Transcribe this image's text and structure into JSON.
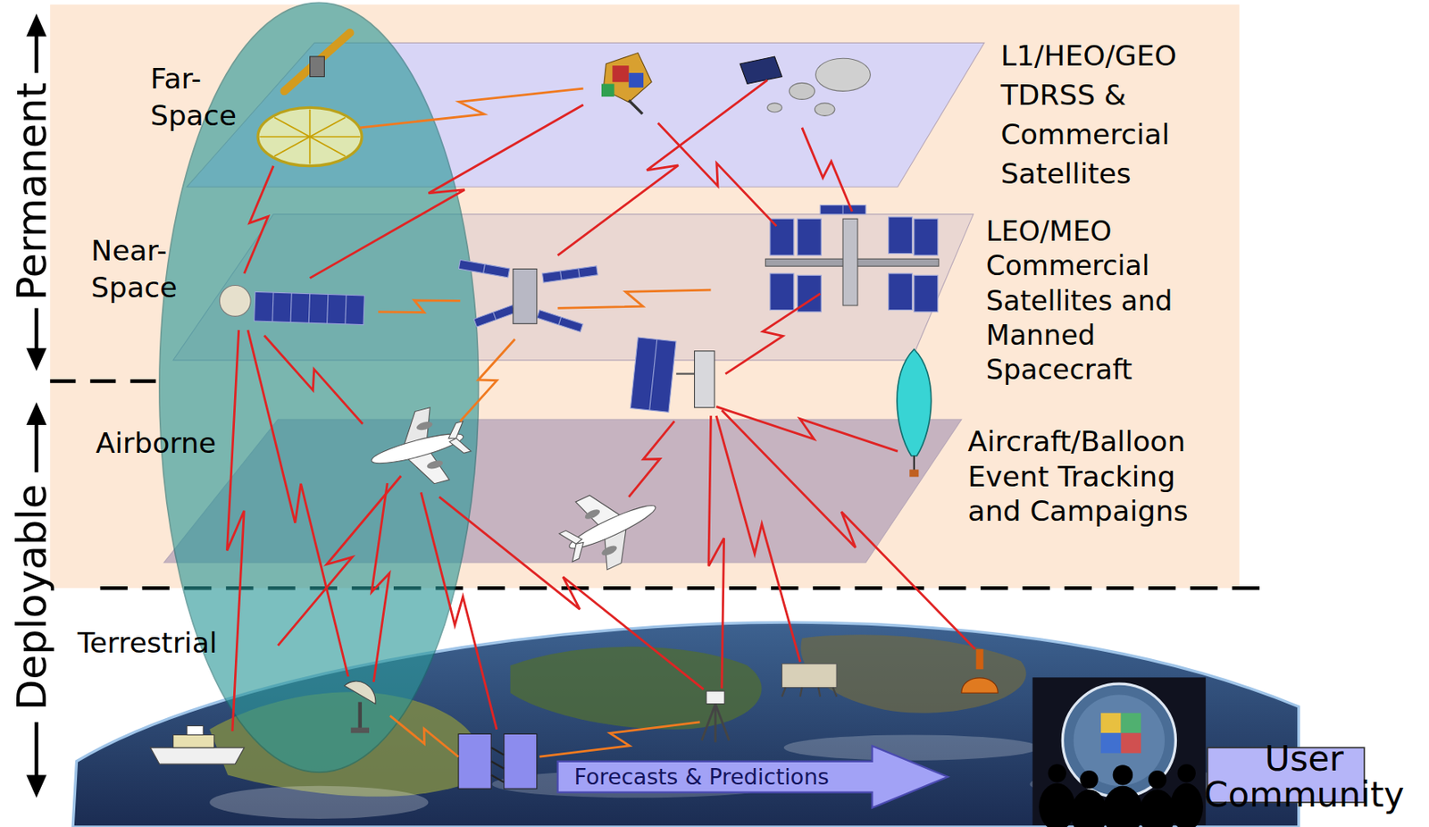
{
  "diagram": {
    "nodes": [
      {
        "text": [
          "Far-Space",
          "L1/HEO/GEO TDRSS & Commercial Satellites"
        ]
      },
      {
        "text": [
          "Near-Space",
          "LEO/MEO Commercial Satellites and Manned Spacecraft"
        ]
      },
      {
        "text": [
          "Airborne",
          "Aircraft/Balloon Event Tracking and Campaigns"
        ]
      },
      {
        "text": [
          "Forecasts & Predictions"
        ]
      },
      {
        "text": [
          "User Community"
        ]
      }
    ],
    "labels": [
      "Permanent",
      "Deployable",
      "Terrestrial"
    ]
  }
}
